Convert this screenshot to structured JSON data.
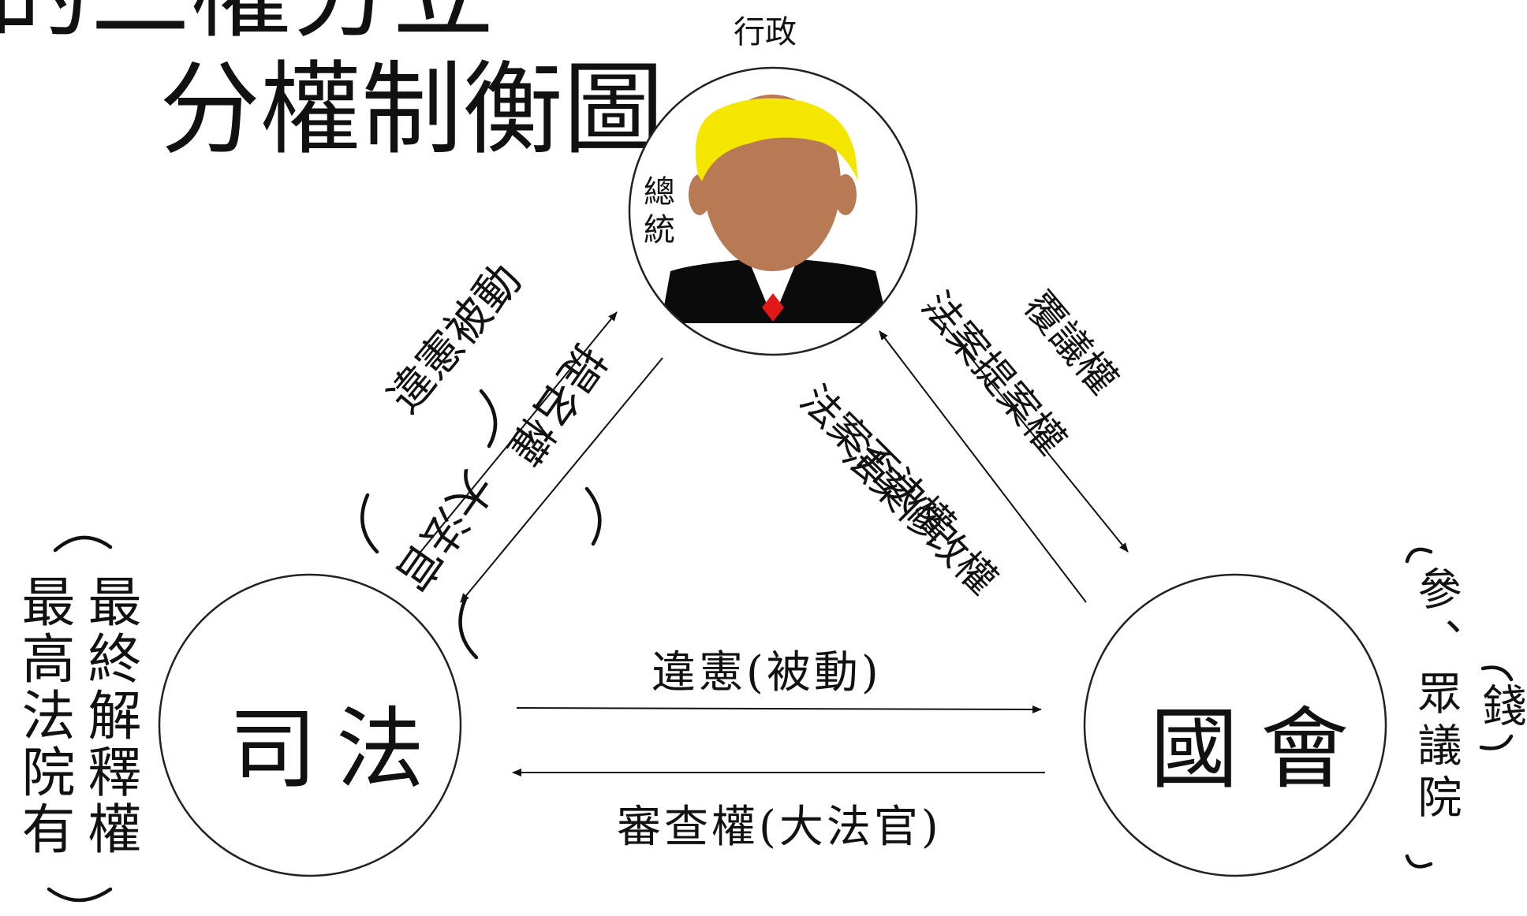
{
  "title": {
    "line1": "的三權分立",
    "line2": "分權制衡圖"
  },
  "nodes": {
    "executive": {
      "caption": "行政",
      "badge": "總統"
    },
    "judicial": {
      "label": "司法",
      "side_note_col1": "最高法院有",
      "side_note_col2": "最終解釋權"
    },
    "legislative": {
      "label": "國會",
      "side_note_col1": "參、眾議院",
      "side_note_col2": "錢"
    }
  },
  "edges": {
    "judicial_to_exec": "違憲被動",
    "exec_to_judicial_nominate": "提名權",
    "exec_to_judicial_justices": "大法官",
    "exec_to_leg_veto": "法案否決權",
    "leg_to_exec_amend": "法案修改權",
    "exec_to_leg_propose": "法案提案權",
    "exec_to_leg_override": "覆議權",
    "judicial_to_leg": "違憲(被動)",
    "leg_to_judicial": "審查權(大法官)"
  },
  "colors": {
    "hair": "#f5e600",
    "skin": "#b87a55",
    "suit": "#0b0b0b",
    "shirt": "#ffffff",
    "tie": "#e01818",
    "line": "#111111"
  },
  "icons": {
    "president": "president-portrait-icon"
  }
}
